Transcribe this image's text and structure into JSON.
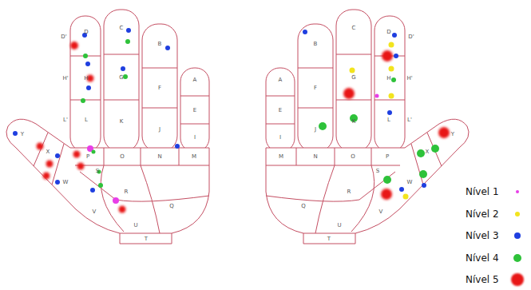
{
  "diagram": {
    "labels": [
      "D'",
      "D",
      "H'",
      "H",
      "L'",
      "L",
      "C",
      "G",
      "K",
      "B",
      "F",
      "J",
      "A",
      "E",
      "I",
      "P",
      "O",
      "N",
      "M",
      "Y",
      "X",
      "W",
      "V",
      "S",
      "R",
      "Q",
      "U",
      "T",
      "D'",
      "D",
      "H'",
      "H",
      "L'",
      "L",
      "C",
      "G",
      "K",
      "B",
      "F",
      "J",
      "A",
      "E",
      "I",
      "P",
      "O",
      "N",
      "M",
      "Y",
      "X",
      "W",
      "V",
      "S",
      "R",
      "Q",
      "U",
      "T"
    ],
    "legend": [
      {
        "text": "Nível 1",
        "color": "#e83ee8"
      },
      {
        "text": "Nível 2",
        "color": "#f2e41e"
      },
      {
        "text": "Nível 3",
        "color": "#1f3fe0"
      },
      {
        "text": "Nível 4",
        "color": "#2ec23a"
      },
      {
        "text": "Nível 5",
        "color": "#e81616"
      }
    ]
  }
}
